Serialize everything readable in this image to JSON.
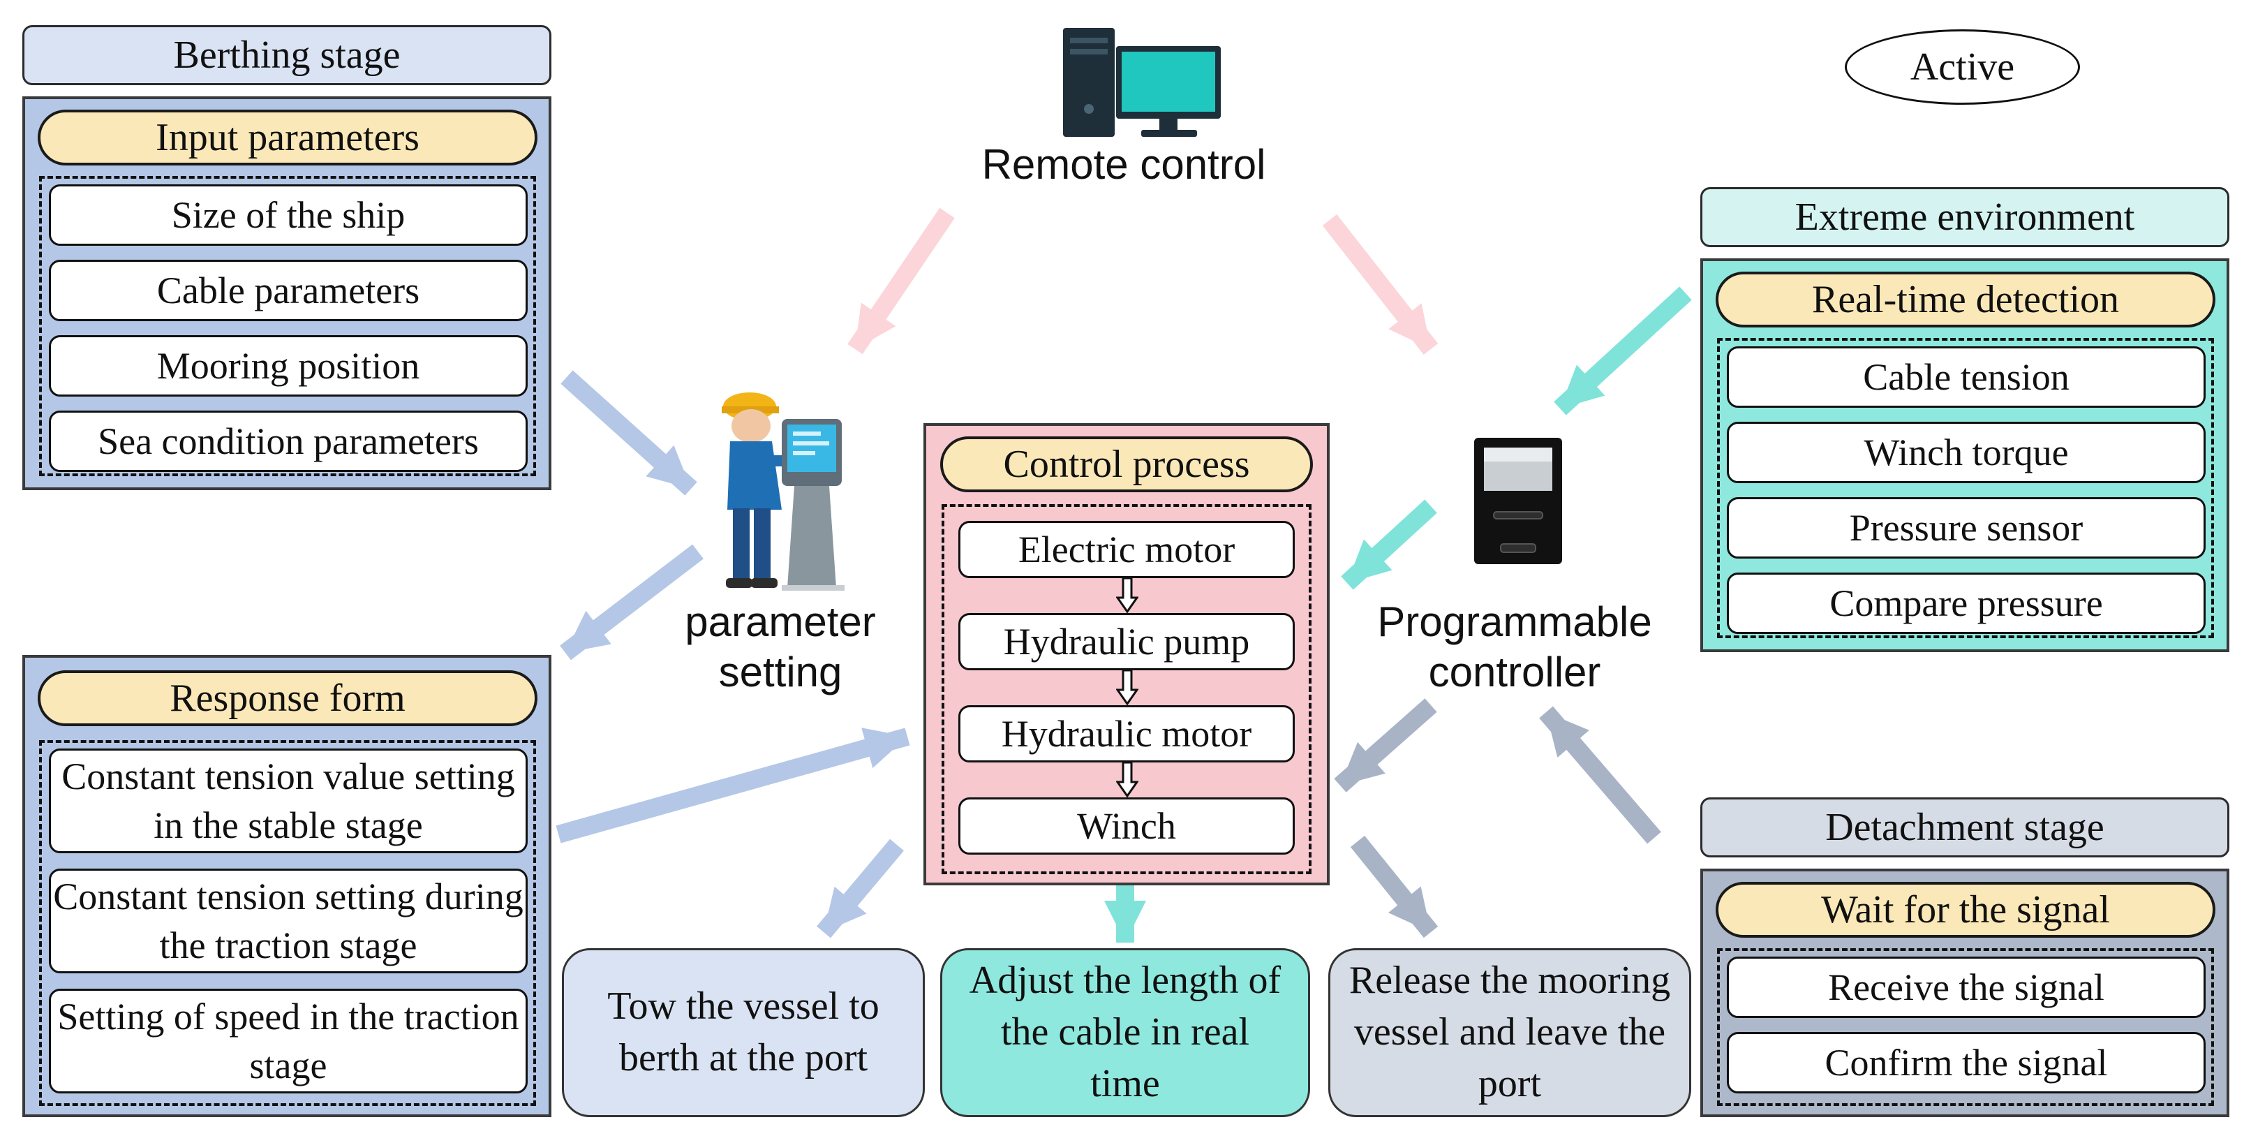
{
  "legend": {
    "active": "Active"
  },
  "berthing": {
    "title": "Berthing stage",
    "pill": "Input parameters",
    "items": [
      "Size of the ship",
      "Cable parameters",
      "Mooring position",
      "Sea condition parameters"
    ]
  },
  "response": {
    "pill": "Response form",
    "items": [
      "Constant tension value setting in the stable stage",
      "Constant tension setting during the traction stage",
      "Setting of speed in the traction stage"
    ]
  },
  "control": {
    "pill": "Control process",
    "items": [
      "Electric motor",
      "Hydraulic pump",
      "Hydraulic motor",
      "Winch"
    ]
  },
  "extreme": {
    "title": "Extreme environment",
    "pill": "Real-time detection",
    "items": [
      "Cable tension",
      "Winch torque",
      "Pressure sensor",
      "Compare pressure"
    ]
  },
  "detachment": {
    "title": "Detachment stage",
    "pill": "Wait for the signal",
    "items": [
      "Receive the signal",
      "Confirm the signal"
    ]
  },
  "nodes": {
    "remote": "Remote control",
    "param": "parameter setting",
    "plc": "Programmable controller"
  },
  "outputs": [
    "Tow the vessel to berth at the port",
    "Adjust the length of the cable in real time",
    "Release the mooring vessel and leave the port"
  ],
  "colors": {
    "blue_panel": "#b4c7e7",
    "blue_title": "#dae3f3",
    "pink_panel": "#f8c8cf",
    "cyan_panel": "#8fe8de",
    "cyan_title": "#d5f4f1",
    "gray_panel": "#adb9ca",
    "gray_title": "#d6dce5",
    "pill": "#fbe8b8",
    "arrow_blue": "#b4c7e7",
    "arrow_pink": "#fbd5da",
    "arrow_cyan": "#7fe3da",
    "arrow_gray": "#a8b4c6"
  }
}
